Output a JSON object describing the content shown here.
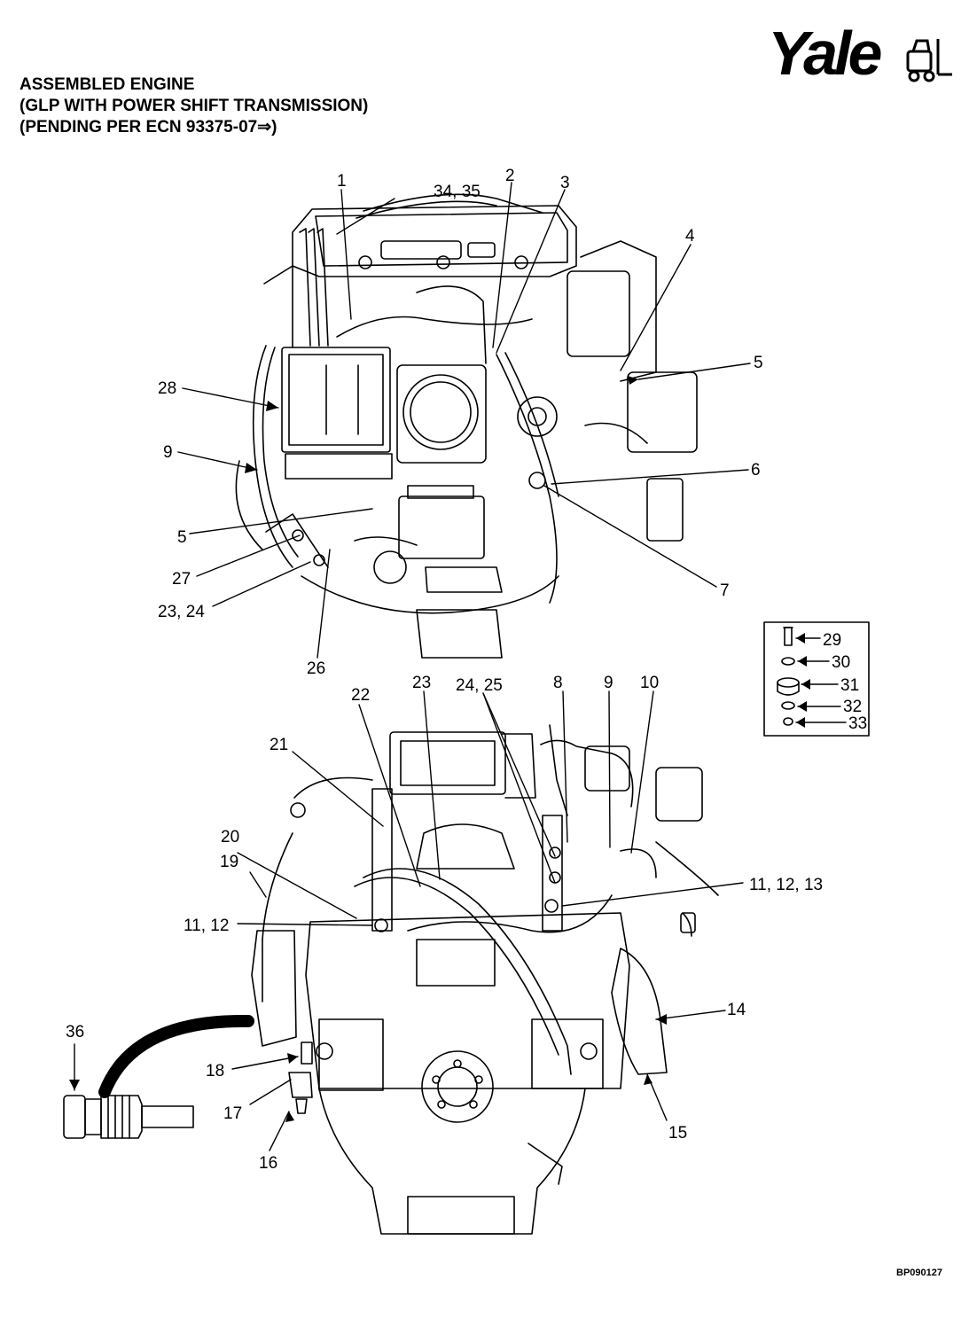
{
  "brand": {
    "logo_text": "Yale",
    "logo_icon": "forklift-icon"
  },
  "title": {
    "line1": "ASSEMBLED ENGINE",
    "line2": "(GLP WITH POWER SHIFT TRANSMISSION)",
    "line3": "(PENDING PER ECN 93375-07⇒)"
  },
  "callouts": {
    "c1": "1",
    "c34_35": "34, 35",
    "c2": "2",
    "c3": "3",
    "c4": "4",
    "c5a": "5",
    "c28": "28",
    "c9a": "9",
    "c6": "6",
    "c5b": "5",
    "c7": "7",
    "c27": "27",
    "c23_24a": "23, 24",
    "c26": "26",
    "c29": "29",
    "c30": "30",
    "c31": "31",
    "c32": "32",
    "c33": "33",
    "c22": "22",
    "c23b": "23",
    "c24_25": "24, 25",
    "c8": "8",
    "c9b": "9",
    "c10": "10",
    "c21": "21",
    "c20": "20",
    "c19": "19",
    "c11_12_13": "11, 12, 13",
    "c11_12": "11, 12",
    "c14": "14",
    "c36": "36",
    "c18": "18",
    "c17": "17",
    "c16": "16",
    "c15": "15"
  },
  "figure_code": "BP090127"
}
